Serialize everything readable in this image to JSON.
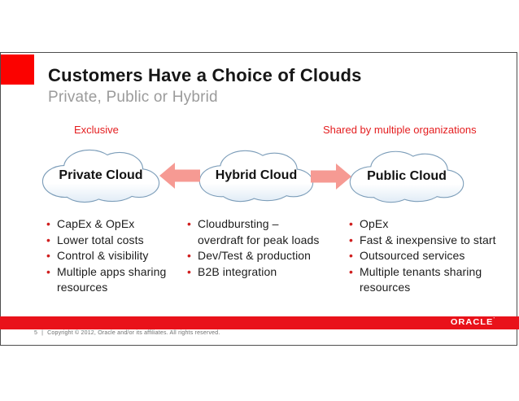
{
  "slide": {
    "title": "Customers Have a Choice of Clouds",
    "subtitle": "Private, Public or Hybrid",
    "zone_labels": {
      "left": "Exclusive",
      "right": "Shared by multiple organizations"
    },
    "clouds": [
      {
        "label": "Private Cloud"
      },
      {
        "label": "Hybrid Cloud"
      },
      {
        "label": "Public Cloud"
      }
    ],
    "columns": [
      {
        "items": [
          "CapEx & OpEx",
          "Lower total costs",
          "Control & visibility",
          "Multiple apps sharing resources"
        ]
      },
      {
        "items": [
          "Cloudbursting – overdraft for peak loads",
          "Dev/Test & production",
          "B2B integration"
        ]
      },
      {
        "items": [
          "OpEx",
          "Fast & inexpensive to start",
          "Outsourced services",
          "Multiple tenants sharing resources"
        ]
      }
    ],
    "footer": {
      "page_number": "5",
      "separator": "|",
      "copyright": "Copyright © 2012, Oracle and/or its affiliates. All rights reserved."
    },
    "logo_text": "ORACLE",
    "logo_mark": "’"
  },
  "colors": {
    "accent_red": "#e41d1f",
    "square_red": "#fb0200",
    "band_red": "#e9121a",
    "bullet_red": "#d01f1f",
    "arrow_pink": "#f69a93",
    "cloud_stroke": "#7c9db9",
    "cloud_fill_bottom": "#d9e7f4"
  }
}
